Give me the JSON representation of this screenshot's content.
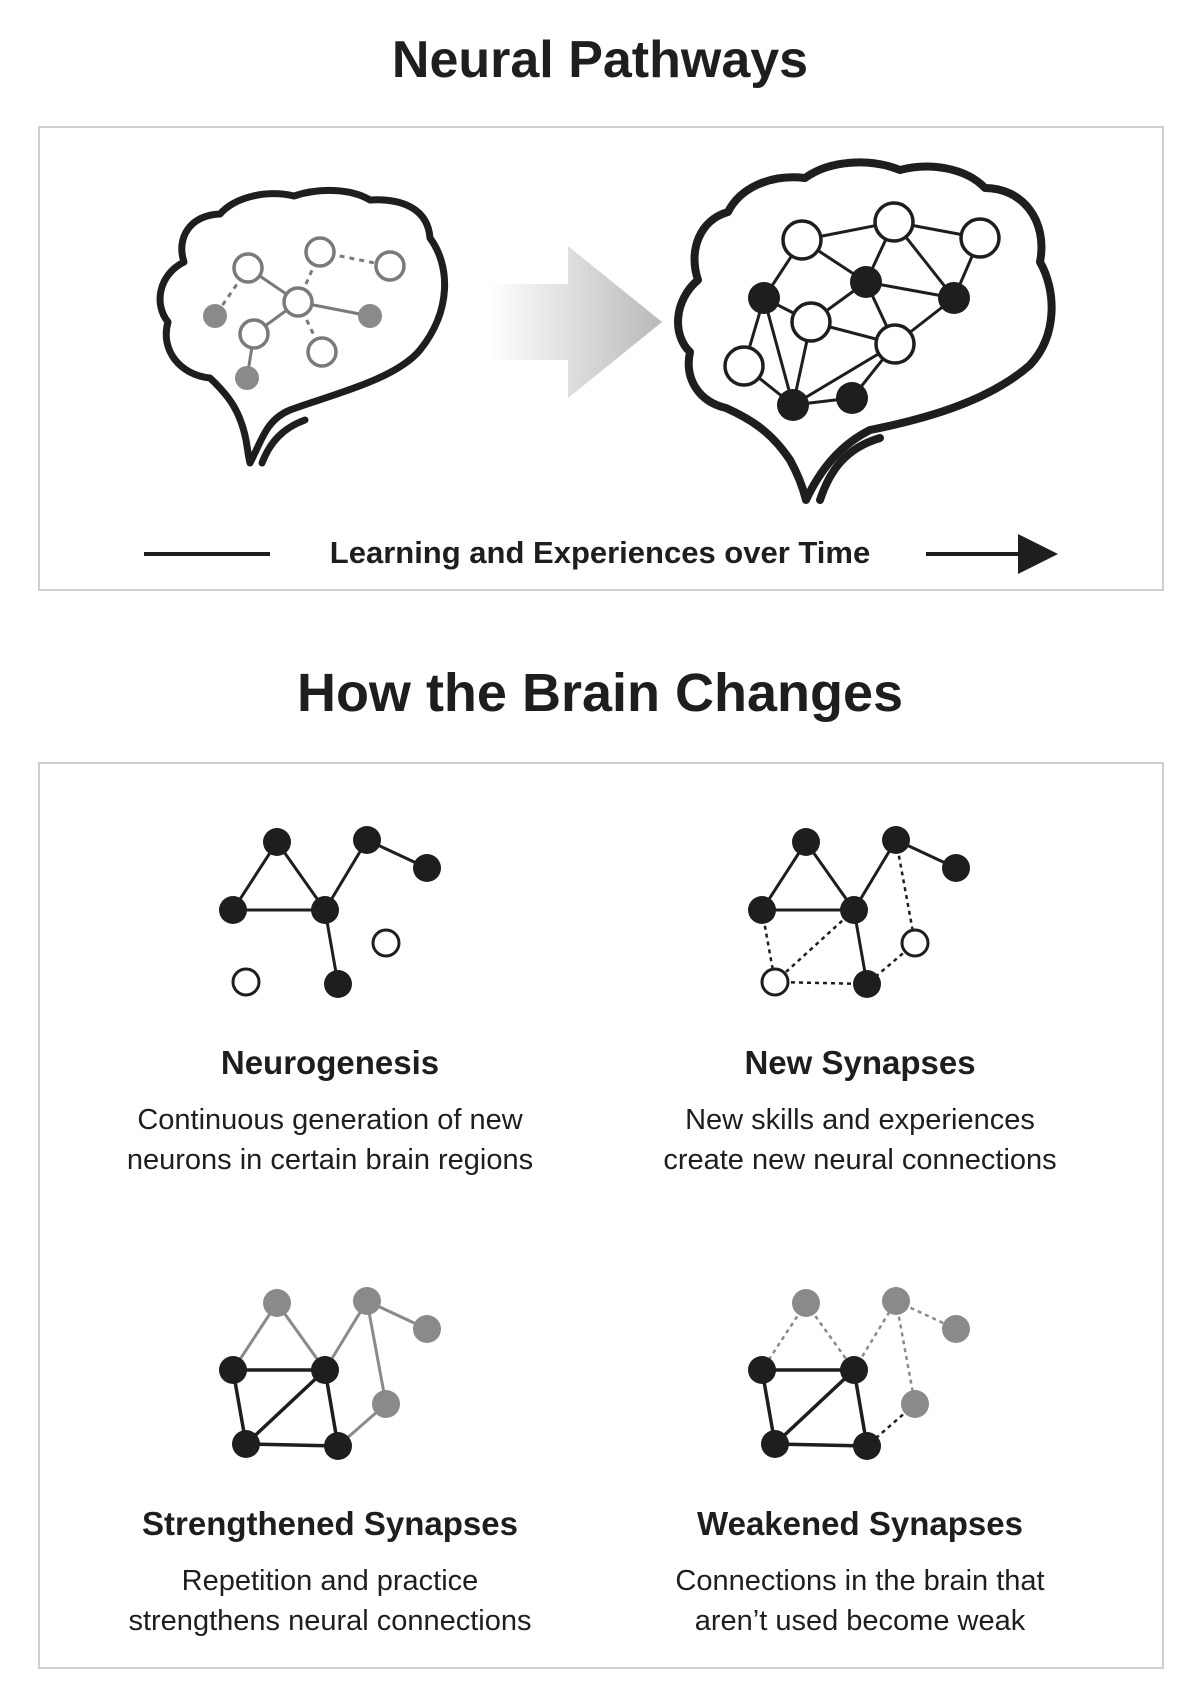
{
  "page": {
    "title": "Neural Pathways",
    "section_title": "How the Brain Changes"
  },
  "top_panel": {
    "timeline_label": "Learning and Experiences over Time",
    "left_brain_icon": "brain-outline-icon",
    "right_brain_icon": "brain-outline-icon",
    "transition_arrow_icon": "gradient-arrow-icon"
  },
  "cards": [
    {
      "title": "Neurogenesis",
      "text_line1": "Continuous generation of new",
      "text_line2": "neurons in certain brain regions"
    },
    {
      "title": "New Synapses",
      "text_line1": "New skills and experiences",
      "text_line2": "create new neural connections"
    },
    {
      "title": "Strengthened Synapses",
      "text_line1": "Repetition and practice",
      "text_line2": "strengthens neural connections"
    },
    {
      "title": "Weakened Synapses",
      "text_line1": "Connections in the brain that",
      "text_line2": "aren’t used become weak"
    }
  ],
  "colors": {
    "ink": "#1e1e1e",
    "gray_node": "#8a8a8a",
    "panel_border": "#cfcfcf"
  }
}
